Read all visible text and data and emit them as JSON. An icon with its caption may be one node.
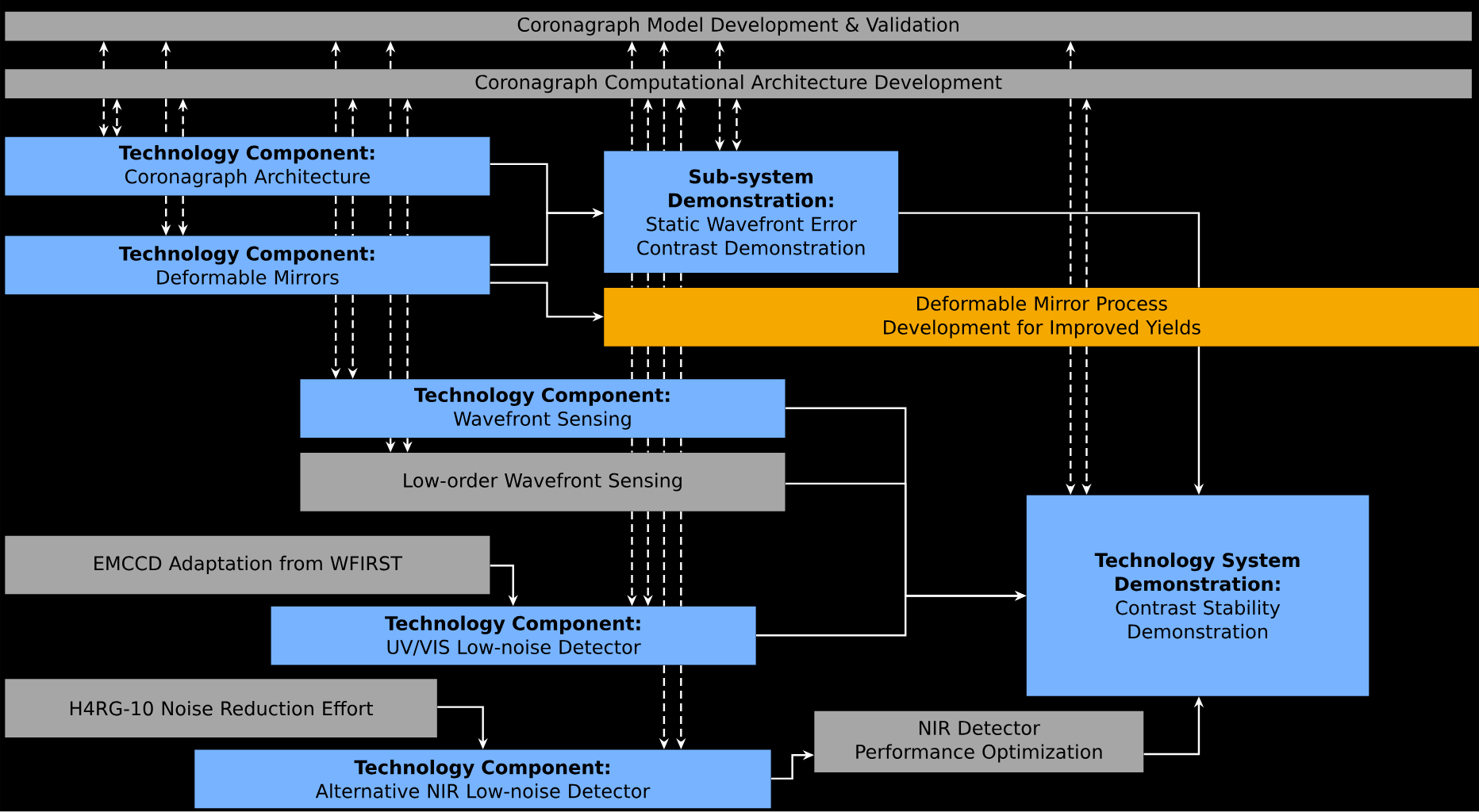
{
  "diagram": {
    "nodes": [
      {
        "text": [
          "Coronagraph Model Development & Validation"
        ]
      },
      {
        "text": [
          "Coronagraph Computational Architecture Development"
        ]
      },
      {
        "text": [
          "Technology Component:",
          "Coronagraph Architecture"
        ]
      },
      {
        "text": [
          "Technology Component:",
          "Deformable Mirrors"
        ]
      },
      {
        "text": [
          "Sub-system Demonstration:",
          "Static Wavefront Error Contrast Demonstration"
        ]
      },
      {
        "text": [
          "Deformable Mirror Process Development for Improved Yields"
        ]
      },
      {
        "text": [
          "Technology Component:",
          "Wavefront Sensing"
        ]
      },
      {
        "text": [
          "Low-order Wavefront Sensing"
        ]
      },
      {
        "text": [
          "EMCCD Adaptation from WFIRST"
        ]
      },
      {
        "text": [
          "Technology Component:",
          "UV/VIS Low-noise Detector"
        ]
      },
      {
        "text": [
          "H4RG-10 Noise Reduction Effort"
        ]
      },
      {
        "text": [
          "Technology Component:",
          "Alternative NIR Low-noise Detector"
        ]
      },
      {
        "text": [
          "NIR Detector Performance Optimization"
        ]
      },
      {
        "text": [
          "Technology System Demonstration:",
          "Contrast Stability Demonstration"
        ]
      }
    ],
    "edges": [
      {
        "from": 2,
        "to": 4,
        "arrow": "to"
      },
      {
        "from": 3,
        "to": 4,
        "arrow": "to"
      },
      {
        "from": 3,
        "to": 5,
        "arrow": "to"
      },
      {
        "from": 4,
        "to": 5,
        "arrow": "none"
      },
      {
        "from": 5,
        "to": 13,
        "arrow": "to"
      },
      {
        "from": 6,
        "to": 13,
        "arrow": "to"
      },
      {
        "from": 7,
        "to": 13,
        "arrow": "to"
      },
      {
        "from": 9,
        "to": 13,
        "arrow": "to"
      },
      {
        "from": 8,
        "to": 9,
        "arrow": "to"
      },
      {
        "from": 10,
        "to": 11,
        "arrow": "to"
      },
      {
        "from": 11,
        "to": 12,
        "arrow": "to"
      },
      {
        "from": 12,
        "to": 13,
        "arrow": "to"
      },
      {
        "from": 1,
        "to": 0,
        "arrow": "to",
        "style": "dashed"
      },
      {
        "from": 1,
        "to": 2,
        "arrow": "to",
        "style": "dashed"
      },
      {
        "from": 1,
        "to": 2,
        "arrow": "both",
        "style": "dashed"
      },
      {
        "from": 1,
        "to": 0,
        "arrow": "to",
        "style": "dashed"
      },
      {
        "from": 1,
        "to": 2,
        "arrow": "none",
        "style": "dashed"
      },
      {
        "from": 2,
        "to": 3,
        "arrow": "to",
        "style": "dashed"
      },
      {
        "from": 2,
        "to": 1,
        "arrow": "to",
        "style": "dashed"
      },
      {
        "from": 2,
        "to": 3,
        "arrow": "to",
        "style": "dashed"
      },
      {
        "from": 1,
        "to": 0,
        "arrow": "to",
        "style": "dashed"
      },
      {
        "from": 1,
        "to": 2,
        "arrow": "none",
        "style": "dashed"
      },
      {
        "from": 2,
        "to": 3,
        "arrow": "none",
        "style": "dashed"
      },
      {
        "from": 3,
        "to": 6,
        "arrow": "to",
        "style": "dashed"
      },
      {
        "from": 2,
        "to": 1,
        "arrow": "to",
        "style": "dashed"
      },
      {
        "from": 2,
        "to": 3,
        "arrow": "none",
        "style": "dashed"
      },
      {
        "from": 3,
        "to": 6,
        "arrow": "to",
        "style": "dashed"
      },
      {
        "from": 1,
        "to": 0,
        "arrow": "to",
        "style": "dashed"
      },
      {
        "from": 1,
        "to": 2,
        "arrow": "none",
        "style": "dashed"
      },
      {
        "from": 2,
        "to": 3,
        "arrow": "none",
        "style": "dashed"
      },
      {
        "from": 3,
        "to": 6,
        "arrow": "none",
        "style": "dashed"
      },
      {
        "from": 6,
        "to": 7,
        "arrow": "to",
        "style": "dashed"
      },
      {
        "from": 2,
        "to": 1,
        "arrow": "to",
        "style": "dashed"
      },
      {
        "from": 2,
        "to": 3,
        "arrow": "none",
        "style": "dashed"
      },
      {
        "from": 3,
        "to": 6,
        "arrow": "none",
        "style": "dashed"
      },
      {
        "from": 6,
        "to": 7,
        "arrow": "to",
        "style": "dashed"
      },
      {
        "from": 1,
        "to": 0,
        "arrow": "to",
        "style": "dashed"
      },
      {
        "from": 1,
        "to": 4,
        "arrow": "none",
        "style": "dashed"
      },
      {
        "from": 4,
        "to": 5,
        "arrow": "none",
        "style": "dashed"
      },
      {
        "from": 5,
        "to": 6,
        "arrow": "none",
        "style": "dashed"
      },
      {
        "from": 6,
        "to": 7,
        "arrow": "none",
        "style": "dashed"
      },
      {
        "from": 7,
        "to": 9,
        "arrow": "to",
        "style": "dashed"
      },
      {
        "from": 4,
        "to": 1,
        "arrow": "to",
        "style": "dashed"
      },
      {
        "from": 4,
        "to": 5,
        "arrow": "none",
        "style": "dashed"
      },
      {
        "from": 5,
        "to": 6,
        "arrow": "none",
        "style": "dashed"
      },
      {
        "from": 6,
        "to": 7,
        "arrow": "none",
        "style": "dashed"
      },
      {
        "from": 7,
        "to": 9,
        "arrow": "to",
        "style": "dashed"
      },
      {
        "from": 1,
        "to": 0,
        "arrow": "to",
        "style": "dashed"
      },
      {
        "from": 1,
        "to": 4,
        "arrow": "none",
        "style": "dashed"
      },
      {
        "from": 4,
        "to": 5,
        "arrow": "none",
        "style": "dashed"
      },
      {
        "from": 5,
        "to": 6,
        "arrow": "none",
        "style": "dashed"
      },
      {
        "from": 6,
        "to": 7,
        "arrow": "none",
        "style": "dashed"
      },
      {
        "from": 7,
        "to": 9,
        "arrow": "none",
        "style": "dashed"
      },
      {
        "from": 9,
        "to": 11,
        "arrow": "to",
        "style": "dashed"
      },
      {
        "from": 4,
        "to": 1,
        "arrow": "to",
        "style": "dashed"
      },
      {
        "from": 4,
        "to": 5,
        "arrow": "none",
        "style": "dashed"
      },
      {
        "from": 5,
        "to": 6,
        "arrow": "none",
        "style": "dashed"
      },
      {
        "from": 6,
        "to": 7,
        "arrow": "none",
        "style": "dashed"
      },
      {
        "from": 7,
        "to": 9,
        "arrow": "none",
        "style": "dashed"
      },
      {
        "from": 9,
        "to": 11,
        "arrow": "to",
        "style": "dashed"
      },
      {
        "from": 1,
        "to": 0,
        "arrow": "to",
        "style": "dashed"
      },
      {
        "from": 1,
        "to": 4,
        "arrow": "to",
        "style": "dashed"
      },
      {
        "from": 1,
        "to": 4,
        "arrow": "both",
        "style": "dashed"
      },
      {
        "from": 1,
        "to": 0,
        "arrow": "to",
        "style": "dashed"
      },
      {
        "from": 1,
        "to": 5,
        "arrow": "none",
        "style": "dashed"
      },
      {
        "from": 5,
        "to": 13,
        "arrow": "to",
        "style": "dashed"
      },
      {
        "from": 5,
        "to": 1,
        "arrow": "to",
        "style": "dashed"
      },
      {
        "from": 5,
        "to": 13,
        "arrow": "to",
        "style": "dashed"
      }
    ]
  }
}
